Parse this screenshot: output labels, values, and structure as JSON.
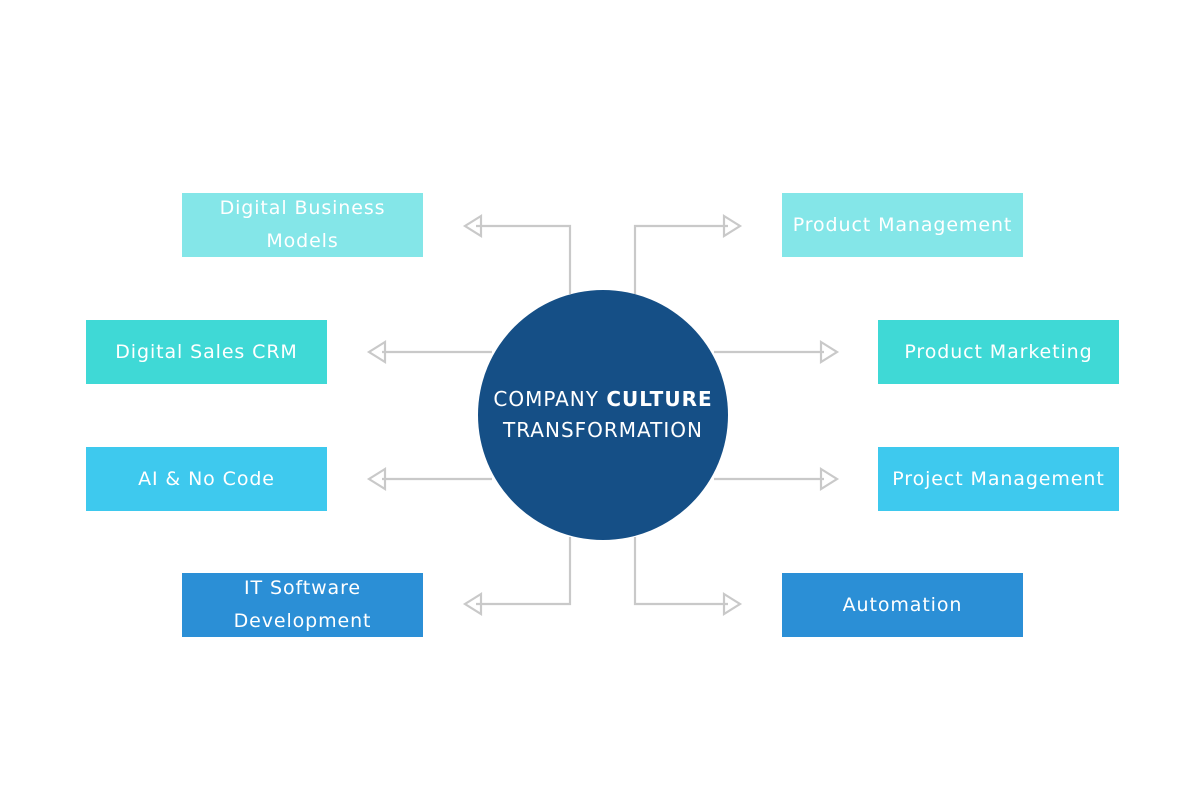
{
  "hub": {
    "line1_prefix": "COMPANY",
    "line1_bold": "CULTURE",
    "line2": "TRANSFORMATION",
    "color": "#154f86"
  },
  "left": {
    "digital_business_models": "Digital Business Models",
    "digital_sales_crm": "Digital Sales CRM",
    "ai_no_code": "AI & No Code",
    "it_software_line1": "IT Software",
    "it_software_line2": "Development"
  },
  "right": {
    "product_management": "Product Management",
    "product_marketing": "Product Marketing",
    "project_management": "Project Management",
    "automation": "Automation"
  },
  "colors": {
    "light": "#84e6e8",
    "teal": "#3fd9d6",
    "cyan": "#3ec9ee",
    "blue": "#2b8fd6",
    "connector": "#c9c9c9"
  }
}
